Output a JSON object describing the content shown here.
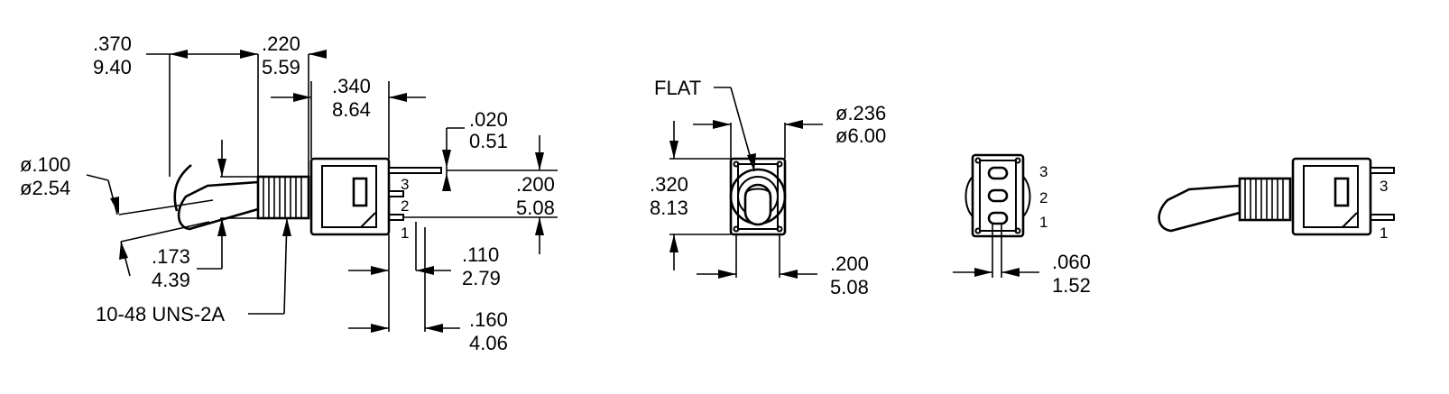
{
  "side_view": {
    "dim_overall_in": ".370",
    "dim_overall_mm": "9.40",
    "dim_bushing_in": ".220",
    "dim_bushing_mm": "5.59",
    "dim_body_in": ".340",
    "dim_body_mm": "8.64",
    "dim_tab_in": ".020",
    "dim_tab_mm": "0.51",
    "dim_lever_dia_in": "ø.100",
    "dim_lever_dia_mm": "ø2.54",
    "dim_bushing_dia_in": ".173",
    "dim_bushing_dia_mm": "4.39",
    "dim_height_in": ".200",
    "dim_height_mm": "5.08",
    "dim_term_in": ".110",
    "dim_term_mm": "2.79",
    "dim_term2_in": ".160",
    "dim_term2_mm": "4.06",
    "thread_label": "10-48 UNS-2A",
    "terminals": [
      "3",
      "2",
      "1"
    ]
  },
  "front_view": {
    "flat_label": "FLAT",
    "dim_dia_in": "ø.236",
    "dim_dia_mm": "ø6.00",
    "dim_height_in": ".320",
    "dim_height_mm": "8.13",
    "dim_width_in": ".200",
    "dim_width_mm": "5.08"
  },
  "bottom_view": {
    "terminals": [
      "3",
      "2",
      "1"
    ],
    "dim_spacing_in": ".060",
    "dim_spacing_mm": "1.52"
  },
  "side_view_2": {
    "terminals": [
      "3",
      "1"
    ]
  }
}
